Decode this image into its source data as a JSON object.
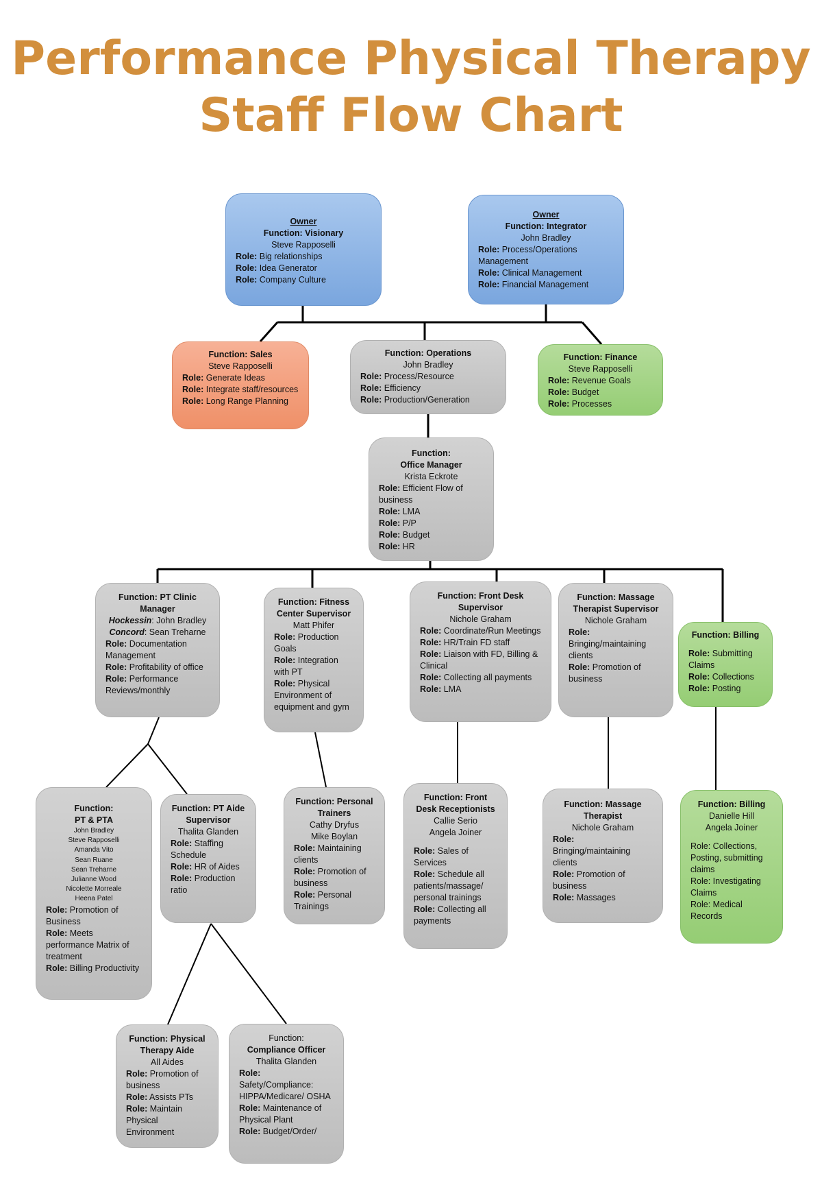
{
  "title": {
    "line1": "Performance Physical Therapy",
    "line2": "Staff Flow Chart"
  },
  "nodes": {
    "owner_visionary": {
      "heading": "Owner",
      "function": "Function: Visionary",
      "name": "Steve Rapposelli",
      "roles": [
        "Big relationships",
        "Idea Generator",
        "Company Culture"
      ]
    },
    "owner_integrator": {
      "heading": "Owner",
      "function": "Function: Integrator",
      "name": "John Bradley",
      "roles": [
        "Process/Operations Management",
        "Clinical Management",
        "Financial Management"
      ]
    },
    "sales": {
      "function": "Function: Sales",
      "name": "Steve Rapposelli",
      "roles": [
        "Generate Ideas",
        "Integrate staff/resources",
        "Long Range Planning"
      ]
    },
    "operations": {
      "function": "Function: Operations",
      "name": "John Bradley",
      "roles": [
        "Process/Resource",
        "Efficiency",
        "Production/Generation"
      ]
    },
    "finance": {
      "function": "Function: Finance",
      "name": "Steve Rapposelli",
      "roles": [
        "Revenue Goals",
        "Budget",
        "Processes"
      ]
    },
    "office_manager": {
      "function_label": "Function:",
      "function": "Office Manager",
      "name": "Krista Eckrote",
      "roles": [
        "Efficient Flow of business",
        "LMA",
        "P/P",
        "Budget",
        "HR"
      ]
    },
    "pt_clinic": {
      "function": "Function: PT Clinic Manager",
      "loc1": "Hockessin",
      "name1": ": John Bradley",
      "loc2": "Concord",
      "name2": ": Sean Treharne",
      "roles": [
        "Documentation Management",
        "Profitability of office",
        "Performance Reviews/monthly"
      ]
    },
    "fitness": {
      "function": "Function: Fitness Center Supervisor",
      "name": "Matt Phifer",
      "roles": [
        "Production Goals",
        "Integration with PT",
        "Physical Environment of equipment and gym"
      ]
    },
    "front_desk_sup": {
      "function": "Function: Front Desk Supervisor",
      "name": "Nichole Graham",
      "roles": [
        "Coordinate/Run Meetings",
        "HR/Train FD staff",
        "Liaison with FD, Billing & Clinical",
        "Collecting all payments",
        "LMA"
      ]
    },
    "massage_sup": {
      "function": "Function: Massage Therapist Supervisor",
      "name": "Nichole Graham",
      "roles": [
        "Bringing/maintaining clients",
        "Promotion of business"
      ]
    },
    "billing_sup": {
      "function": "Function: Billing",
      "roles": [
        "Submitting Claims",
        "Collections",
        "Posting"
      ]
    },
    "pt_pta": {
      "function_label": "Function:",
      "function": "PT & PTA",
      "names": [
        "John Bradley",
        "Steve Rapposelli",
        "Amanda Vito",
        "Sean Ruane",
        "Sean Treharne",
        "Julianne Wood",
        "Nicolette Morreale",
        "Heena Patel"
      ],
      "roles": [
        "Promotion of Business",
        "Meets performance Matrix of treatment",
        "Billing Productivity"
      ]
    },
    "pt_aide_sup": {
      "function": "Function: PT Aide Supervisor",
      "name": "Thalita Glanden",
      "roles": [
        "Staffing Schedule",
        "HR of Aides",
        "Production ratio"
      ]
    },
    "trainers": {
      "function": "Function: Personal Trainers",
      "names": [
        "Cathy Dryfus",
        "Mike Boylan"
      ],
      "roles": [
        "Maintaining clients",
        "Promotion of business",
        "Personal Trainings"
      ]
    },
    "receptionists": {
      "function": "Function: Front Desk Receptionists",
      "names": [
        "Callie Serio",
        "Angela Joiner"
      ],
      "roles": [
        "Sales of Services",
        "Schedule all patients/massage/ personal trainings",
        "Collecting all payments"
      ]
    },
    "massage_ther": {
      "function": "Function: Massage Therapist",
      "name": "Nichole Graham",
      "roles": [
        "Bringing/maintaining clients",
        "Promotion of business",
        "Massages"
      ]
    },
    "billing": {
      "function": "Function: Billing",
      "names": [
        "Danielle Hill",
        "Angela Joiner"
      ],
      "roles": [
        "Collections, Posting, submitting claims",
        "Investigating Claims",
        "Medical Records"
      ]
    },
    "aide": {
      "function": "Function: Physical Therapy Aide",
      "name": "All Aides",
      "roles": [
        "Promotion of business",
        "Assists PTs",
        "Maintain Physical Environment"
      ]
    },
    "compliance": {
      "function_label": "Function:",
      "function": "Compliance Officer",
      "name": "Thalita Glanden",
      "roles": [
        "Safety/Compliance: HIPPA/Medicare/ OSHA",
        "Maintenance of Physical Plant",
        "Budget/Order/"
      ]
    },
    "role_label": "Role:"
  }
}
